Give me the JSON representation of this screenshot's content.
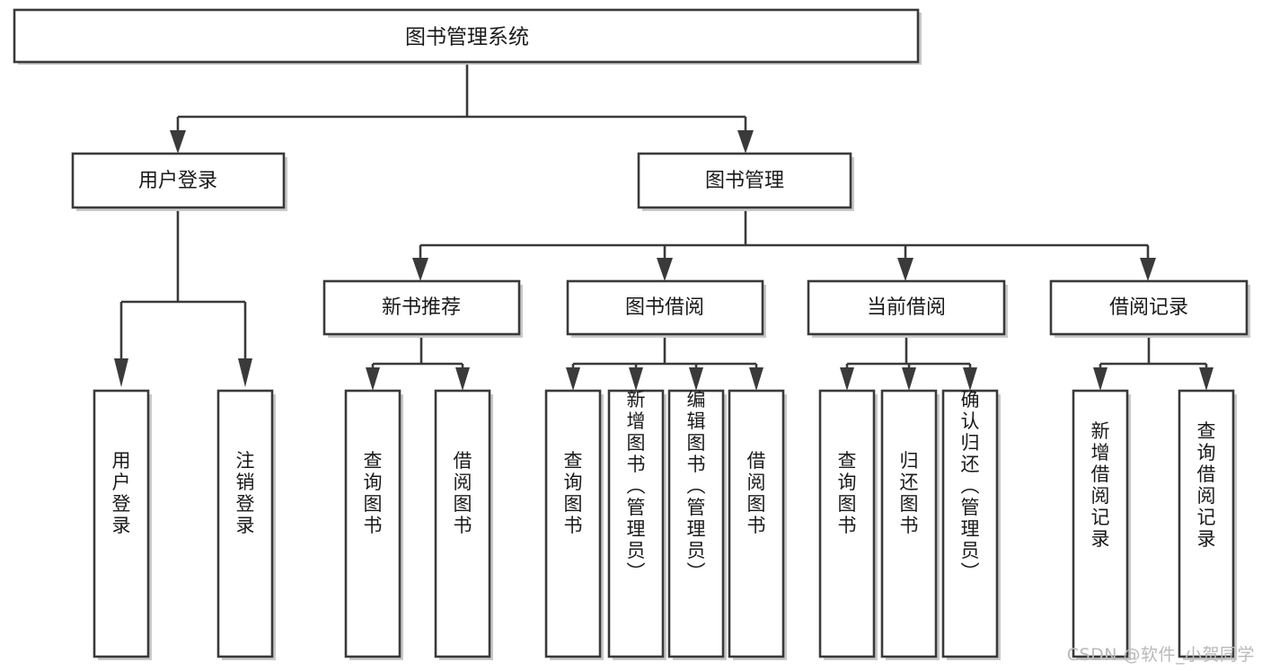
{
  "diagram": {
    "title": "图书管理系统",
    "type": "hierarchy-tree",
    "colors": {
      "box_stroke": "#3a3a3a",
      "box_fill": "#ffffff",
      "text": "#1a1a1a",
      "background": "#ffffff",
      "watermark": "#b9b9b9"
    },
    "root": {
      "label": "图书管理系统"
    },
    "level2": [
      {
        "label": "用户登录"
      },
      {
        "label": "图书管理"
      }
    ],
    "level3": [
      {
        "label": "新书推荐"
      },
      {
        "label": "图书借阅"
      },
      {
        "label": "当前借阅"
      },
      {
        "label": "借阅记录"
      }
    ],
    "leaves": {
      "user_login": [
        {
          "label": "用户登录"
        },
        {
          "label": "注销登录"
        }
      ],
      "new_book_recommend": [
        {
          "label": "查询图书"
        },
        {
          "label": "借阅图书"
        }
      ],
      "book_borrow": [
        {
          "label": "查询图书"
        },
        {
          "label": "新增图书（管理员）"
        },
        {
          "label": "编辑图书（管理员）"
        },
        {
          "label": "借阅图书"
        }
      ],
      "current_borrow": [
        {
          "label": "查询图书"
        },
        {
          "label": "归还图书"
        },
        {
          "label": "确认归还（管理员）"
        }
      ],
      "borrow_record": [
        {
          "label": "新增借阅记录"
        },
        {
          "label": "查询借阅记录"
        }
      ]
    }
  },
  "watermark": {
    "text": "CSDN @软件_小贺同学"
  }
}
